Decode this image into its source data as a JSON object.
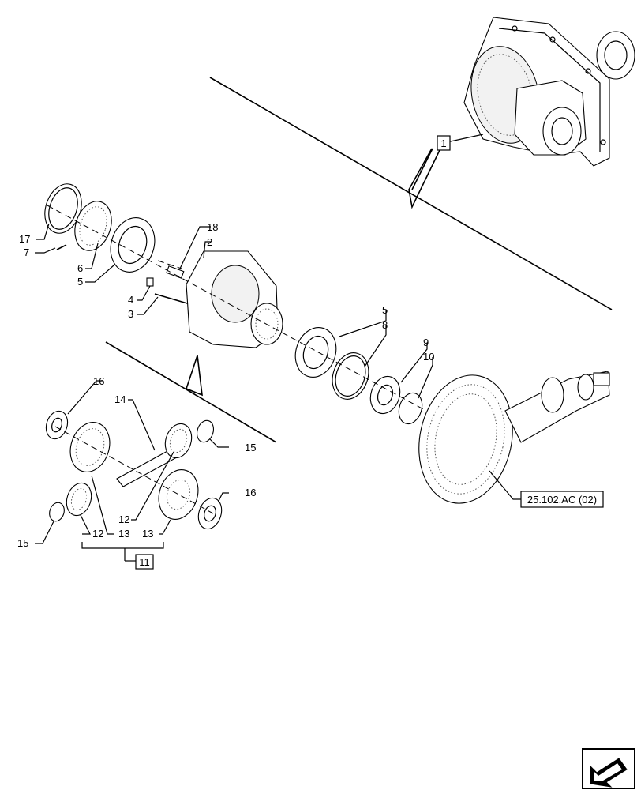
{
  "callouts": {
    "c1": "1",
    "c2": "2",
    "c3": "3",
    "c4": "4",
    "c5a": "5",
    "c5b": "5",
    "c6": "6",
    "c7": "7",
    "c8": "8",
    "c9": "9",
    "c10": "10",
    "c11": "11",
    "c12a": "12",
    "c12b": "12",
    "c13a": "13",
    "c13b": "13",
    "c14": "14",
    "c15a": "15",
    "c15b": "15",
    "c16a": "16",
    "c16b": "16",
    "c17": "17",
    "c18": "18"
  },
  "reference": "25.102.AC (02)",
  "nav_icon": "next-page-arrow-icon"
}
